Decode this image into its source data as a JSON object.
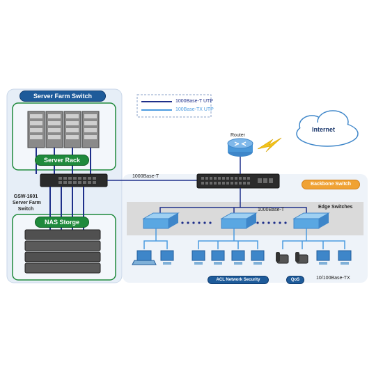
{
  "server_farm": {
    "title": "Server Farm Switch",
    "rack_label": "Server Rack",
    "nas_label": "NAS Storge",
    "switch_label_line1": "GSW-1601",
    "switch_label_line2": "Server Farm",
    "switch_label_line3": "Switch"
  },
  "legend": {
    "items": [
      {
        "label": "1000Base-T UTP",
        "color": "#1e2f8a"
      },
      {
        "label": "100Base-TX UTP",
        "color": "#4a9be0"
      }
    ]
  },
  "router_label": "Router",
  "internet_label": "Internet",
  "uplink_label": "1000Base-T",
  "backbone_label": "Backbone Switch",
  "edge_switches_label": "Edge Switches",
  "edge_uplink_label": "1000Base-T",
  "bottom": {
    "acl_label": "ACL Network Security",
    "qos_label": "QoS",
    "speed_label": "10/100Base-TX"
  },
  "colors": {
    "link_dark": "#1e2f8a",
    "link_light": "#4a9be0",
    "panel_bg": "#e6eef7",
    "band_bg": "#dcdcdc"
  }
}
